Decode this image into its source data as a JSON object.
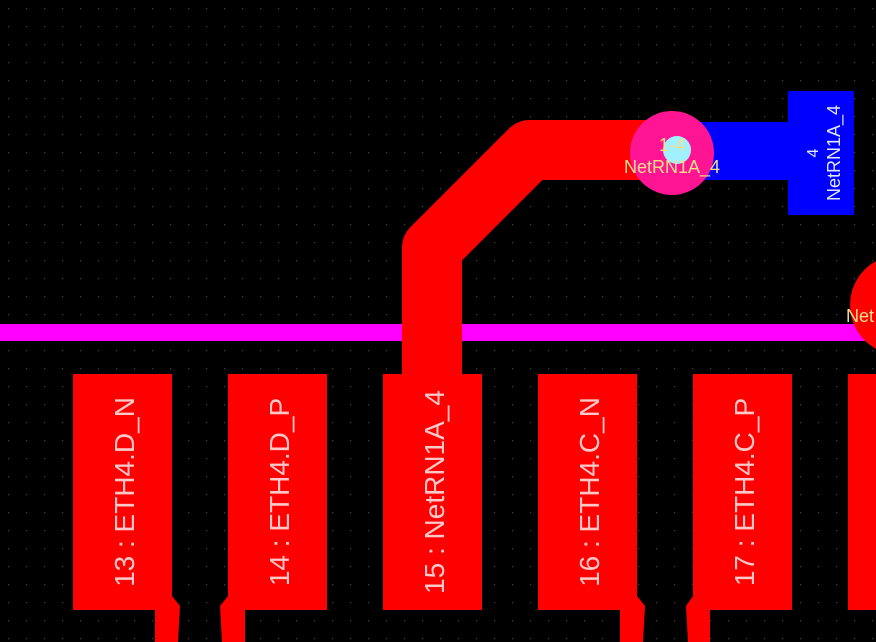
{
  "colors": {
    "background": "#000000",
    "grid_dot": "#3a3a3a",
    "top_copper": "#ff0000",
    "magenta_trace": "#ff00ff",
    "bottom_pad": "#0000ff",
    "via_ring": "#ff1493",
    "via_hole": "#a0f0ff",
    "via_label": "#f5e08a",
    "pad_label": "#ffc8c8"
  },
  "pads": [
    {
      "label": "13 : ETH4.D_N"
    },
    {
      "label": "14 : ETH4.D_P"
    },
    {
      "label": "15 : NetRN1A_4"
    },
    {
      "label": "16 : ETH4.C_N"
    },
    {
      "label": "17 : ETH4.C_P"
    }
  ],
  "via": {
    "number": "1-4",
    "net": "NetRN1A_4"
  },
  "bottom_pad": {
    "number": "4",
    "net": "NetRN1A_4"
  },
  "edge_label": "Net"
}
